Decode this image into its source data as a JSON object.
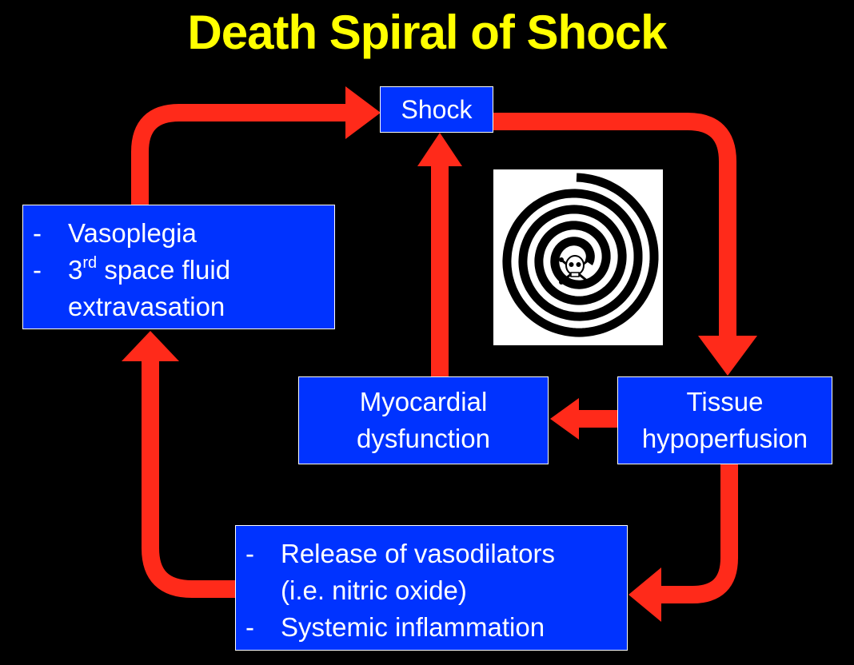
{
  "title": "Death Spiral of Shock",
  "nodes": {
    "shock": {
      "label": "Shock"
    },
    "vasoplegia": {
      "items": [
        {
          "bullet": "-",
          "line1_pre": "3",
          "sup": "rd",
          "line1_post": " space fluid",
          "line2": "extravasation"
        }
      ],
      "item1": "Vasoplegia",
      "item2_num": "3",
      "item2_sup": "rd",
      "item2_rest": " space fluid",
      "item2_cont": "extravasation",
      "bullet": "-"
    },
    "myocardial": {
      "line1": "Myocardial",
      "line2": "dysfunction"
    },
    "tissue": {
      "line1": "Tissue",
      "line2": "hypoperfusion"
    },
    "release": {
      "bullet": "-",
      "item1": "Release of vasodilators",
      "item1_cont": "(i.e. nitric oxide)",
      "item2": "Systemic inflammation"
    }
  },
  "edges": [
    {
      "from": "vasoplegia",
      "to": "shock"
    },
    {
      "from": "shock",
      "to": "tissue"
    },
    {
      "from": "tissue",
      "to": "myocardial"
    },
    {
      "from": "myocardial",
      "to": "shock"
    },
    {
      "from": "tissue",
      "to": "release"
    },
    {
      "from": "release",
      "to": "vasoplegia"
    }
  ],
  "image": {
    "name": "spiral-skull",
    "icon": "skull-crossbones-icon"
  },
  "colors": {
    "arrow": "#ff2a1a",
    "box": "#0033ff",
    "title": "#ffff00",
    "background": "#000000"
  }
}
